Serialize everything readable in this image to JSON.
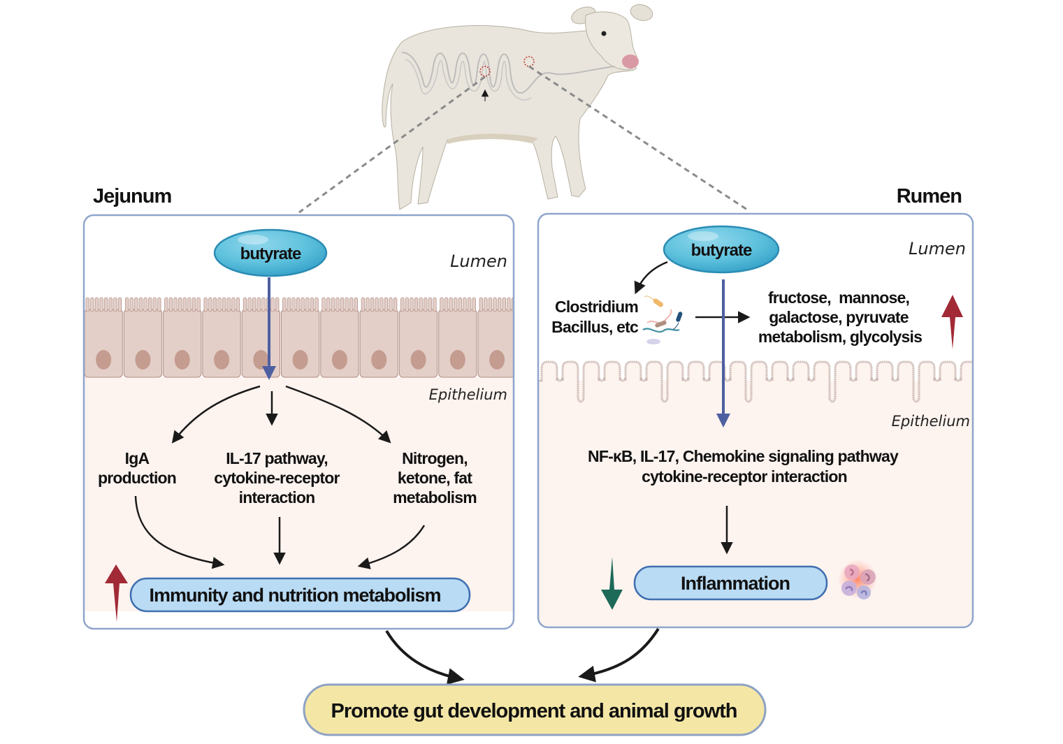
{
  "figure": {
    "animal": "calf",
    "regions": {
      "jejunum": {
        "title": "Jejunum",
        "lumen_label": "Lumen",
        "epithelium_label": "Epithelium",
        "compound": "butyrate",
        "pathways": [
          {
            "lines": [
              "IgA",
              "production"
            ]
          },
          {
            "lines": [
              "IL-17 pathway,",
              "cytokine-receptor",
              "interaction"
            ]
          },
          {
            "lines": [
              "Nitrogen,",
              "ketone, fat",
              "metabolism"
            ]
          }
        ],
        "outcome": "Immunity and nutrition metabolism",
        "outcome_direction": "up"
      },
      "rumen": {
        "title": "Rumen",
        "lumen_label": "Lumen",
        "epithelium_label": "Epithelium",
        "compound": "butyrate",
        "microbes": [
          "Clostridium",
          "Bacillus, etc"
        ],
        "metabolism": [
          "fructose,  mannose,",
          "galactose, pyruvate",
          "metabolism, glycolysis"
        ],
        "metabolism_direction": "up",
        "pathways": [
          "NF-κB, IL-17, Chemokine signaling pathway",
          "cytokine-receptor interaction"
        ],
        "outcome": "Inflammation",
        "outcome_direction": "down"
      }
    },
    "final_outcome": "Promote gut development and animal growth"
  },
  "colors": {
    "panel_border": "#8fa5cc",
    "tissue_fill": "#fdf3ef",
    "cell_fill": "#e3cfc8",
    "nucleus_fill": "#c49c90",
    "butyrate_fill": "#5fc2dd",
    "butyrate_stroke": "#2b8cb4",
    "flow_arrow": "#4e5fa1",
    "outcome_fill": "#b9dbf4",
    "outcome_stroke": "#3f6fb0",
    "up_arrow": "#a12a36",
    "down_arrow": "#1d6a58",
    "final_fill": "#f4e7a6",
    "final_stroke": "#8ea2c4"
  }
}
